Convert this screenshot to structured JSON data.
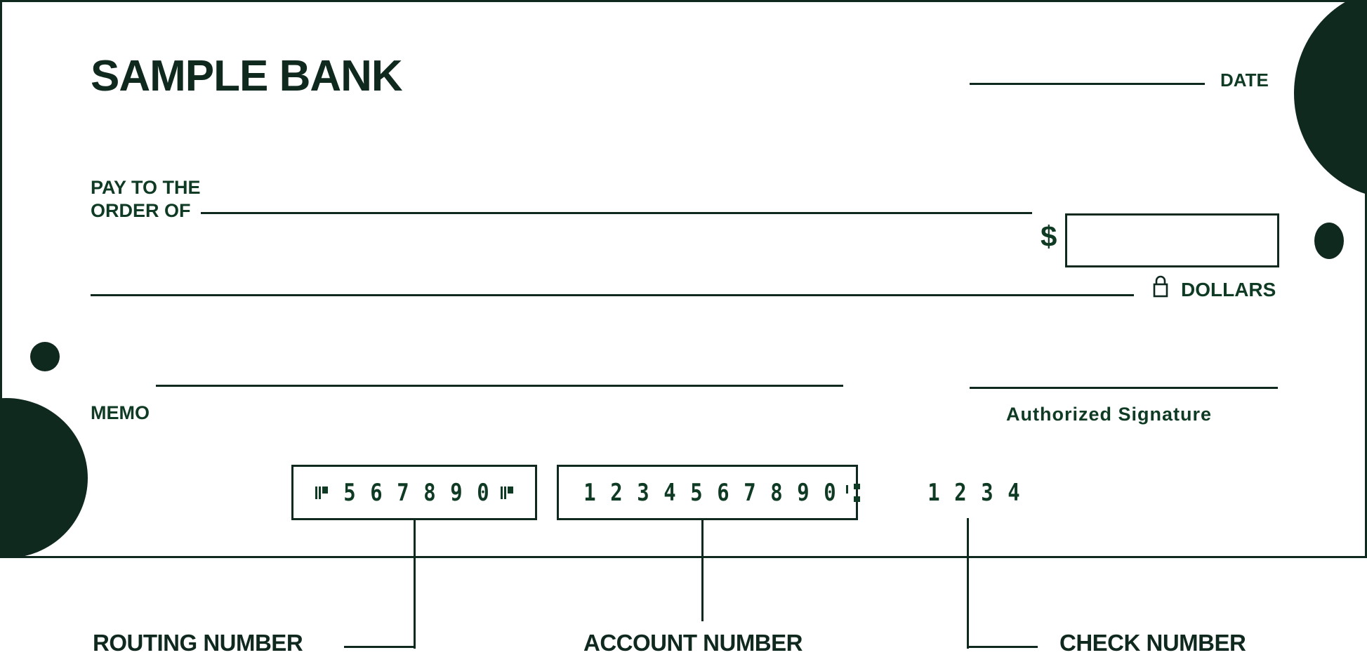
{
  "check": {
    "bank_name": "SAMPLE BANK",
    "date_label": "DATE",
    "pay_to_label_line1": "PAY TO THE",
    "pay_to_label_line2": "ORDER OF",
    "currency_symbol": "$",
    "amount_value": "",
    "payee_value": "",
    "written_amount_value": "",
    "dollars_label": "DOLLARS",
    "dollars_icon": "lock-icon",
    "memo_label": "MEMO",
    "memo_value": "",
    "signature_label": "Authorized Signature",
    "date_value": ""
  },
  "micr": {
    "routing_digits": [
      "5",
      "6",
      "7",
      "8",
      "9",
      "0"
    ],
    "routing_number": "567890",
    "account_digits": [
      "1",
      "2",
      "3",
      "4",
      "5",
      "6",
      "7",
      "8",
      "9",
      "0"
    ],
    "account_number": "1234567890",
    "check_digits": [
      "1",
      "2",
      "3",
      "4"
    ],
    "check_number": "1234"
  },
  "callouts": {
    "routing_label": "ROUTING NUMBER",
    "account_label": "ACCOUNT NUMBER",
    "check_label": "CHECK NUMBER"
  },
  "colors": {
    "primary_dark": "#10291f",
    "text_green": "#0f3b24",
    "background": "#ffffff"
  }
}
